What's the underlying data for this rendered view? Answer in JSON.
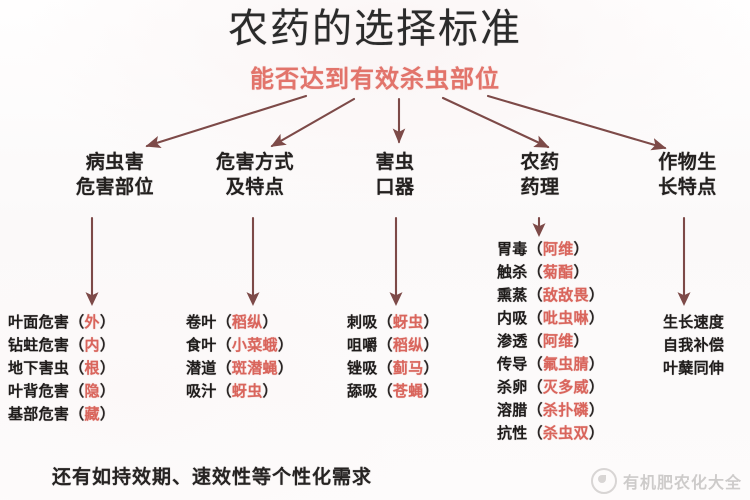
{
  "title": "农药的选择标准",
  "root_node": {
    "label": "能否达到有效杀虫部位",
    "color": "#e2746b"
  },
  "colors": {
    "arrow": "#7d4a48",
    "accent_red": "#d9655c",
    "title_text": "#2b2b2b",
    "body_text": "#1f1c1b",
    "background": "#fdfcfc"
  },
  "branches": [
    {
      "heading_lines": [
        "病虫害",
        "危害部位"
      ],
      "items": [
        {
          "main": "叶面危害",
          "accent": "外"
        },
        {
          "main": "钻蛀危害",
          "accent": "内"
        },
        {
          "main": "地下害虫",
          "accent": "根"
        },
        {
          "main": "叶背危害",
          "accent": "隐"
        },
        {
          "main": "基部危害",
          "accent": "藏"
        }
      ]
    },
    {
      "heading_lines": [
        "危害方式",
        "及特点"
      ],
      "items": [
        {
          "main": "卷叶",
          "accent": "稻纵"
        },
        {
          "main": "食叶",
          "accent": "小菜蛾"
        },
        {
          "main": "潜道",
          "accent": "斑潜蝇"
        },
        {
          "main": "吸汁",
          "accent": "蚜虫"
        }
      ]
    },
    {
      "heading_lines": [
        "害虫",
        "口器"
      ],
      "items": [
        {
          "main": "刺吸",
          "accent": "蚜虫"
        },
        {
          "main": "咀嚼",
          "accent": "稻纵"
        },
        {
          "main": "锉吸",
          "accent": "蓟马"
        },
        {
          "main": "舔吸",
          "accent": "苍蝇"
        }
      ]
    },
    {
      "heading_lines": [
        "农药",
        "药理"
      ],
      "items": [
        {
          "main": "胃毒",
          "accent": "阿维"
        },
        {
          "main": "触杀",
          "accent": "菊酯"
        },
        {
          "main": "熏蒸",
          "accent": "敌敌畏"
        },
        {
          "main": "内吸",
          "accent": "吡虫啉"
        },
        {
          "main": "渗透",
          "accent": "阿维"
        },
        {
          "main": "传导",
          "accent": "氟虫腈"
        },
        {
          "main": "杀卵",
          "accent": "灭多威"
        },
        {
          "main": "溶腊",
          "accent": "杀扑磷"
        },
        {
          "main": "抗性",
          "accent": "杀虫双"
        }
      ]
    },
    {
      "heading_lines": [
        "作物生",
        "长特点"
      ],
      "items": [
        {
          "main": "生长速度",
          "accent": ""
        },
        {
          "main": "自我补偿",
          "accent": ""
        },
        {
          "main": "叶蘖同伸",
          "accent": ""
        }
      ]
    }
  ],
  "footnote": "还有如持效期、速效性等个性化需求",
  "watermark": {
    "text": "有机肥农化大全",
    "logo": "leaf-circle-icon"
  },
  "paren_open": "（",
  "paren_close": "）"
}
